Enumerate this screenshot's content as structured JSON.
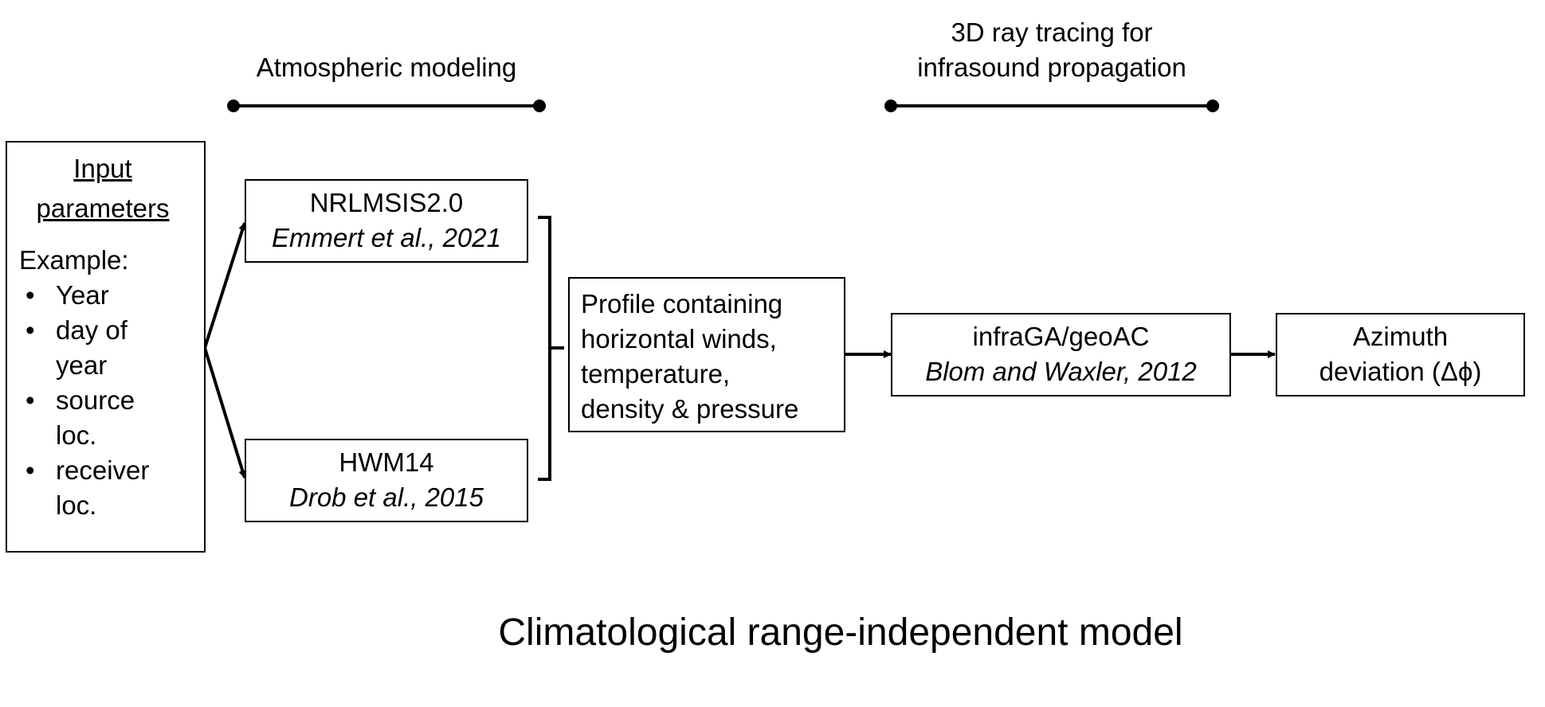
{
  "headers": {
    "atmospheric": "Atmospheric modeling",
    "ray_tracing_line1": "3D ray tracing for",
    "ray_tracing_line2": "infrasound propagation"
  },
  "input_box": {
    "title_line1": "Input",
    "title_line2": "parameters",
    "example_label": "Example:",
    "items": [
      {
        "line1": "Year",
        "line2": ""
      },
      {
        "line1": "day of",
        "line2": "year"
      },
      {
        "line1": "source",
        "line2": "loc."
      },
      {
        "line1": "receiver",
        "line2": "loc."
      }
    ]
  },
  "nrlmsis": {
    "name": "NRLMSIS2.0",
    "citation": "Emmert et al., 2021"
  },
  "hwm": {
    "name": "HWM14",
    "citation": "Drob et al., 2015"
  },
  "profile": {
    "line1": "Profile containing",
    "line2": "horizontal winds,",
    "line3": "temperature,",
    "line4": "density & pressure"
  },
  "infraga": {
    "name": "infraGA/geoAC",
    "citation": "Blom and Waxler, 2012"
  },
  "azimuth": {
    "line1": "Azimuth",
    "line2": "deviation (Δϕ)"
  },
  "caption": "Climatological range-independent model"
}
